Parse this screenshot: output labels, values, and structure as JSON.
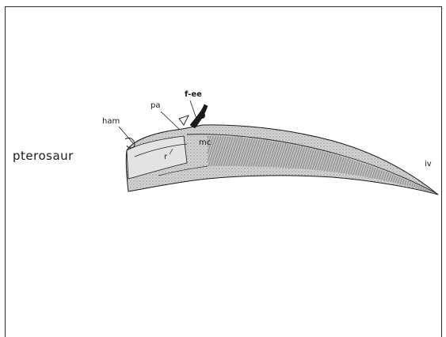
{
  "figure": {
    "main_label": "pterosaur",
    "labels": {
      "ham": "ham",
      "pa": "pa",
      "f": "f-ee",
      "mc": "mc",
      "r": "r",
      "iv": "iv"
    }
  },
  "colors": {
    "ink": "#1a1a1a",
    "bone_fill": "#c9c9c9",
    "bone_dark": "#6e6e6e",
    "background": "#ffffff"
  }
}
